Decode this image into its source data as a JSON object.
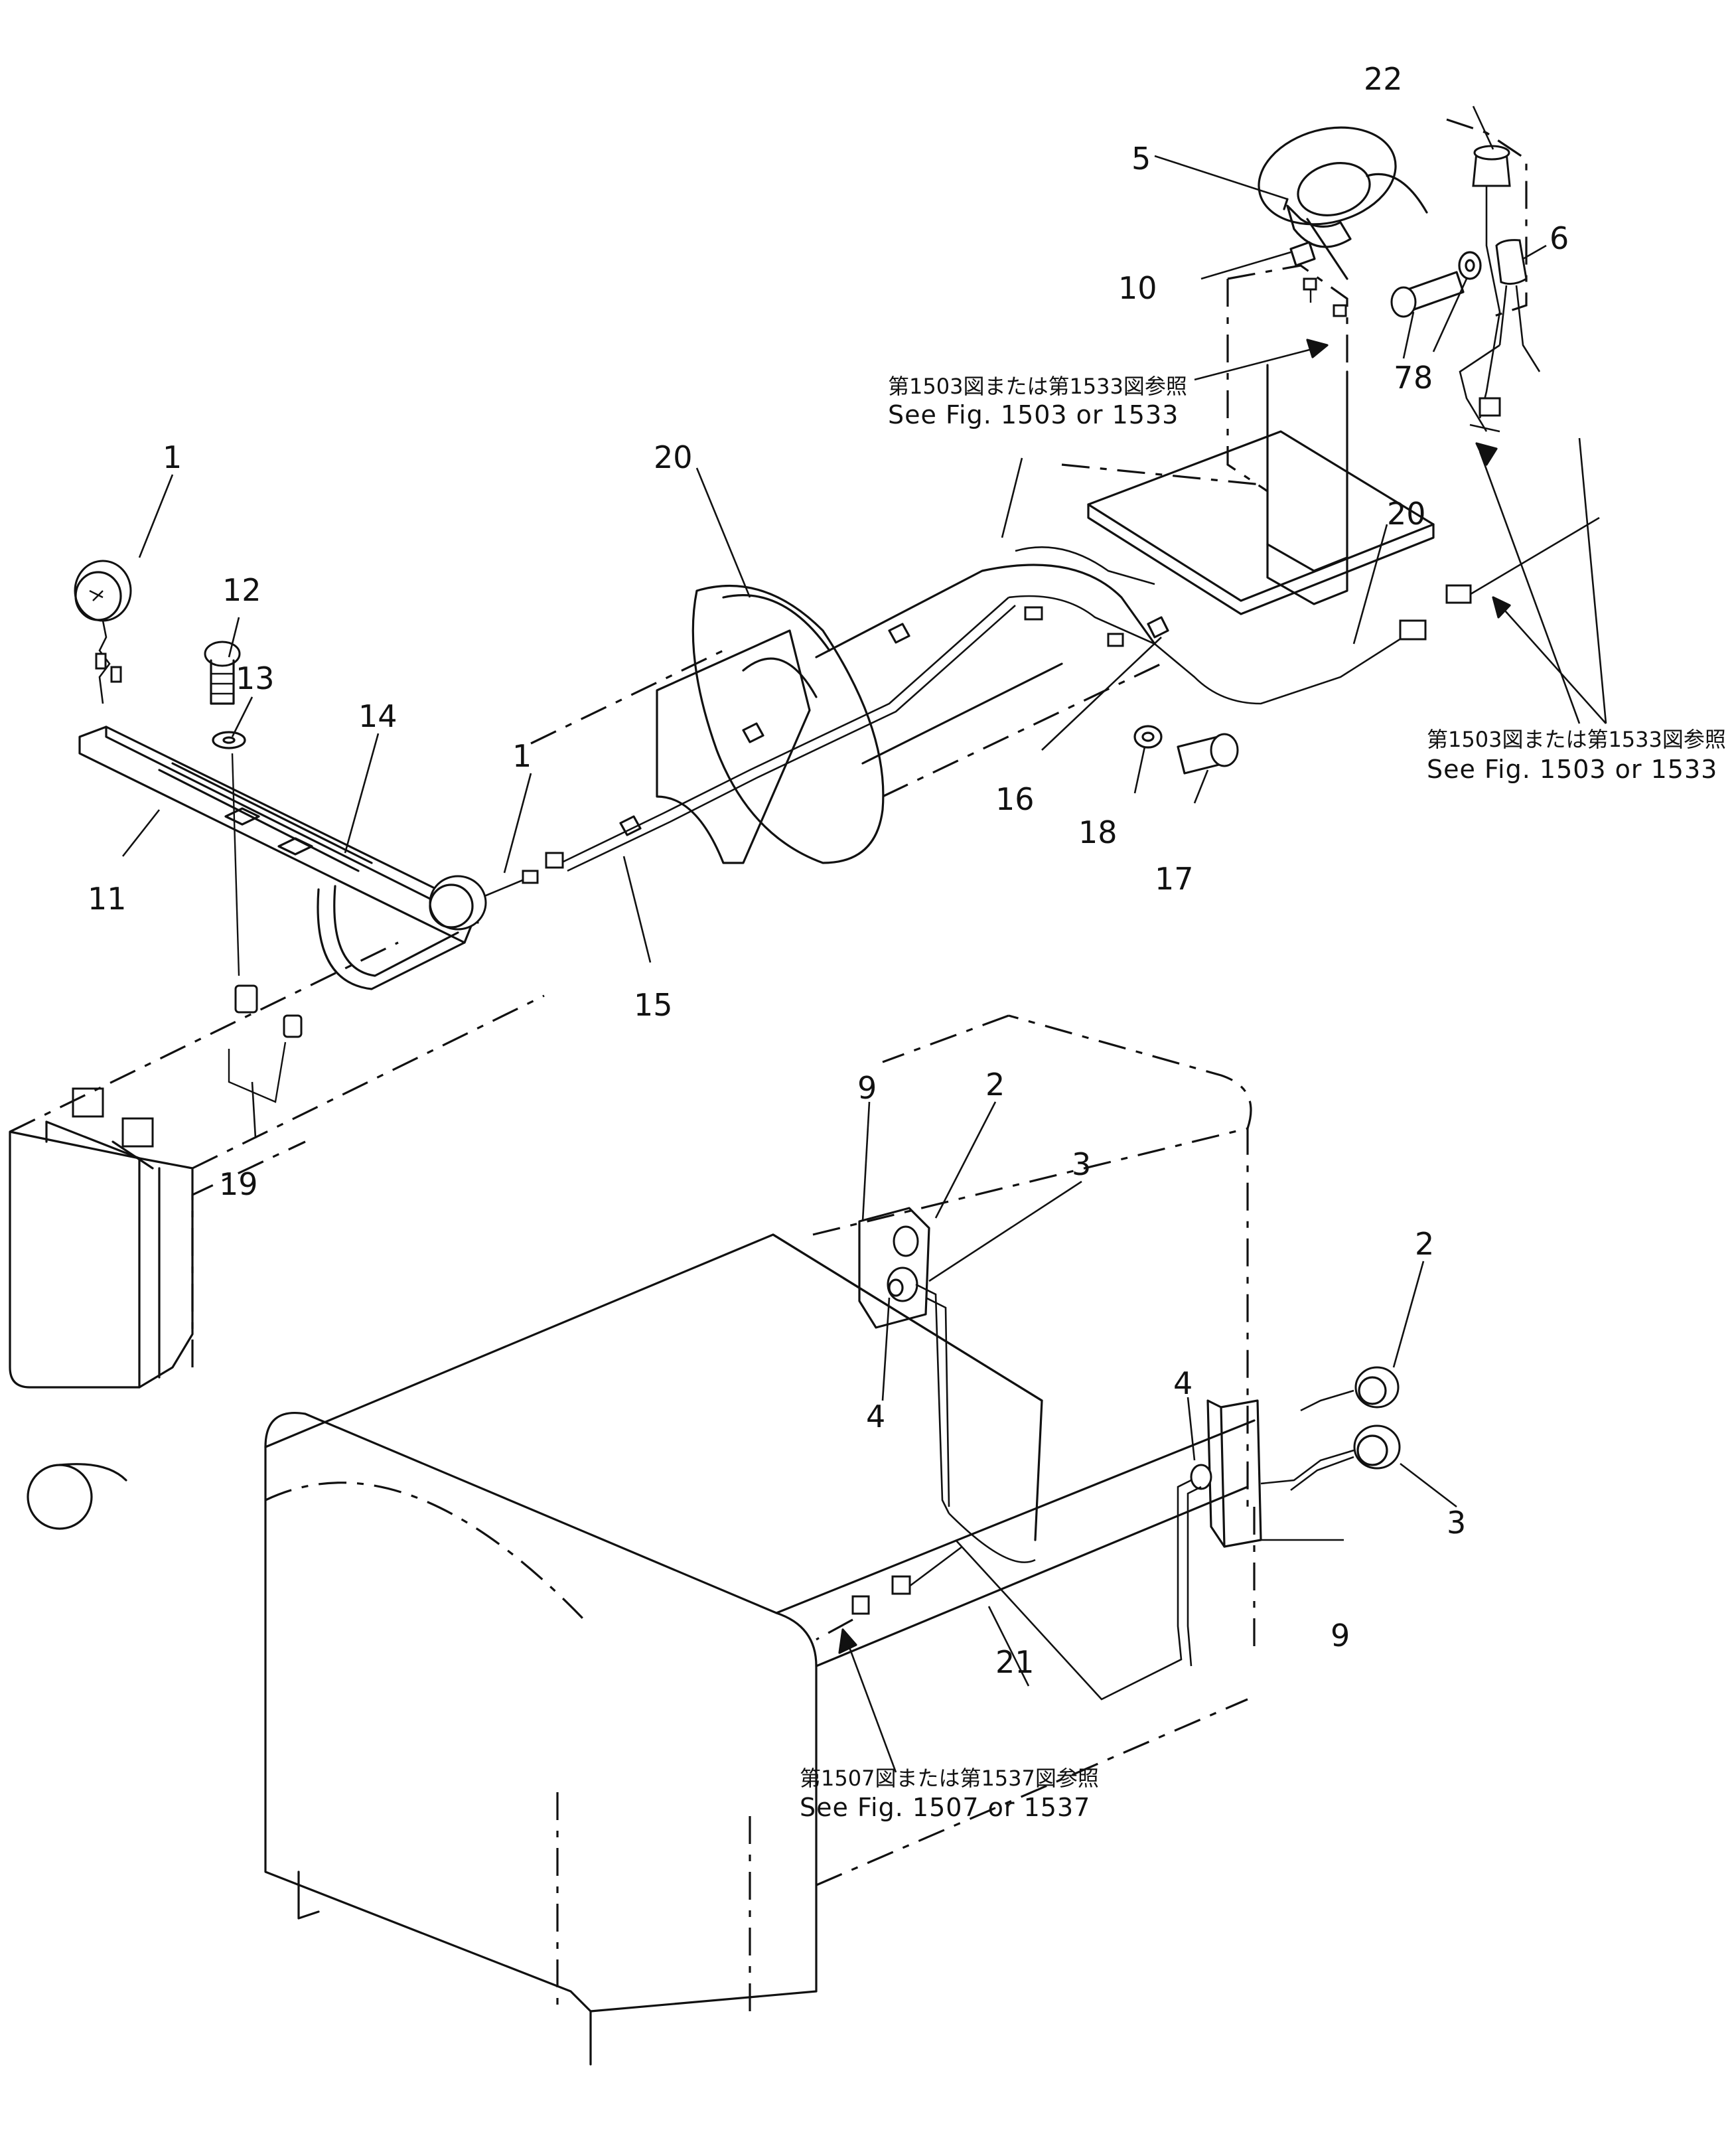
{
  "callouts": [
    {
      "id": "c1a",
      "label": "1"
    },
    {
      "id": "c1b",
      "label": "1"
    },
    {
      "id": "c2a",
      "label": "2"
    },
    {
      "id": "c2b",
      "label": "2"
    },
    {
      "id": "c3a",
      "label": "3"
    },
    {
      "id": "c3b",
      "label": "3"
    },
    {
      "id": "c4a",
      "label": "4"
    },
    {
      "id": "c4b",
      "label": "4"
    },
    {
      "id": "c5",
      "label": "5"
    },
    {
      "id": "c6",
      "label": "6"
    },
    {
      "id": "c7",
      "label": "7"
    },
    {
      "id": "c8",
      "label": "8"
    },
    {
      "id": "c9a",
      "label": "9"
    },
    {
      "id": "c9b",
      "label": "9"
    },
    {
      "id": "c10",
      "label": "10"
    },
    {
      "id": "c11",
      "label": "11"
    },
    {
      "id": "c12",
      "label": "12"
    },
    {
      "id": "c13",
      "label": "13"
    },
    {
      "id": "c14",
      "label": "14"
    },
    {
      "id": "c15",
      "label": "15"
    },
    {
      "id": "c16",
      "label": "16"
    },
    {
      "id": "c17",
      "label": "17"
    },
    {
      "id": "c18",
      "label": "18"
    },
    {
      "id": "c19",
      "label": "19"
    },
    {
      "id": "c20a",
      "label": "20"
    },
    {
      "id": "c20b",
      "label": "20"
    },
    {
      "id": "c21",
      "label": "21"
    },
    {
      "id": "c22",
      "label": "22"
    }
  ],
  "references": {
    "steering_ref": {
      "jp": "第1503図または第1533図参照",
      "en": "See Fig. 1503 or 1533"
    },
    "right_ref": {
      "jp": "第1503図または第1533図参照",
      "en": "See Fig. 1503 or 1533"
    },
    "bottom_ref": {
      "jp": "第1507図または第1537図参照",
      "en": "See Fig. 1507 or 1537"
    }
  }
}
